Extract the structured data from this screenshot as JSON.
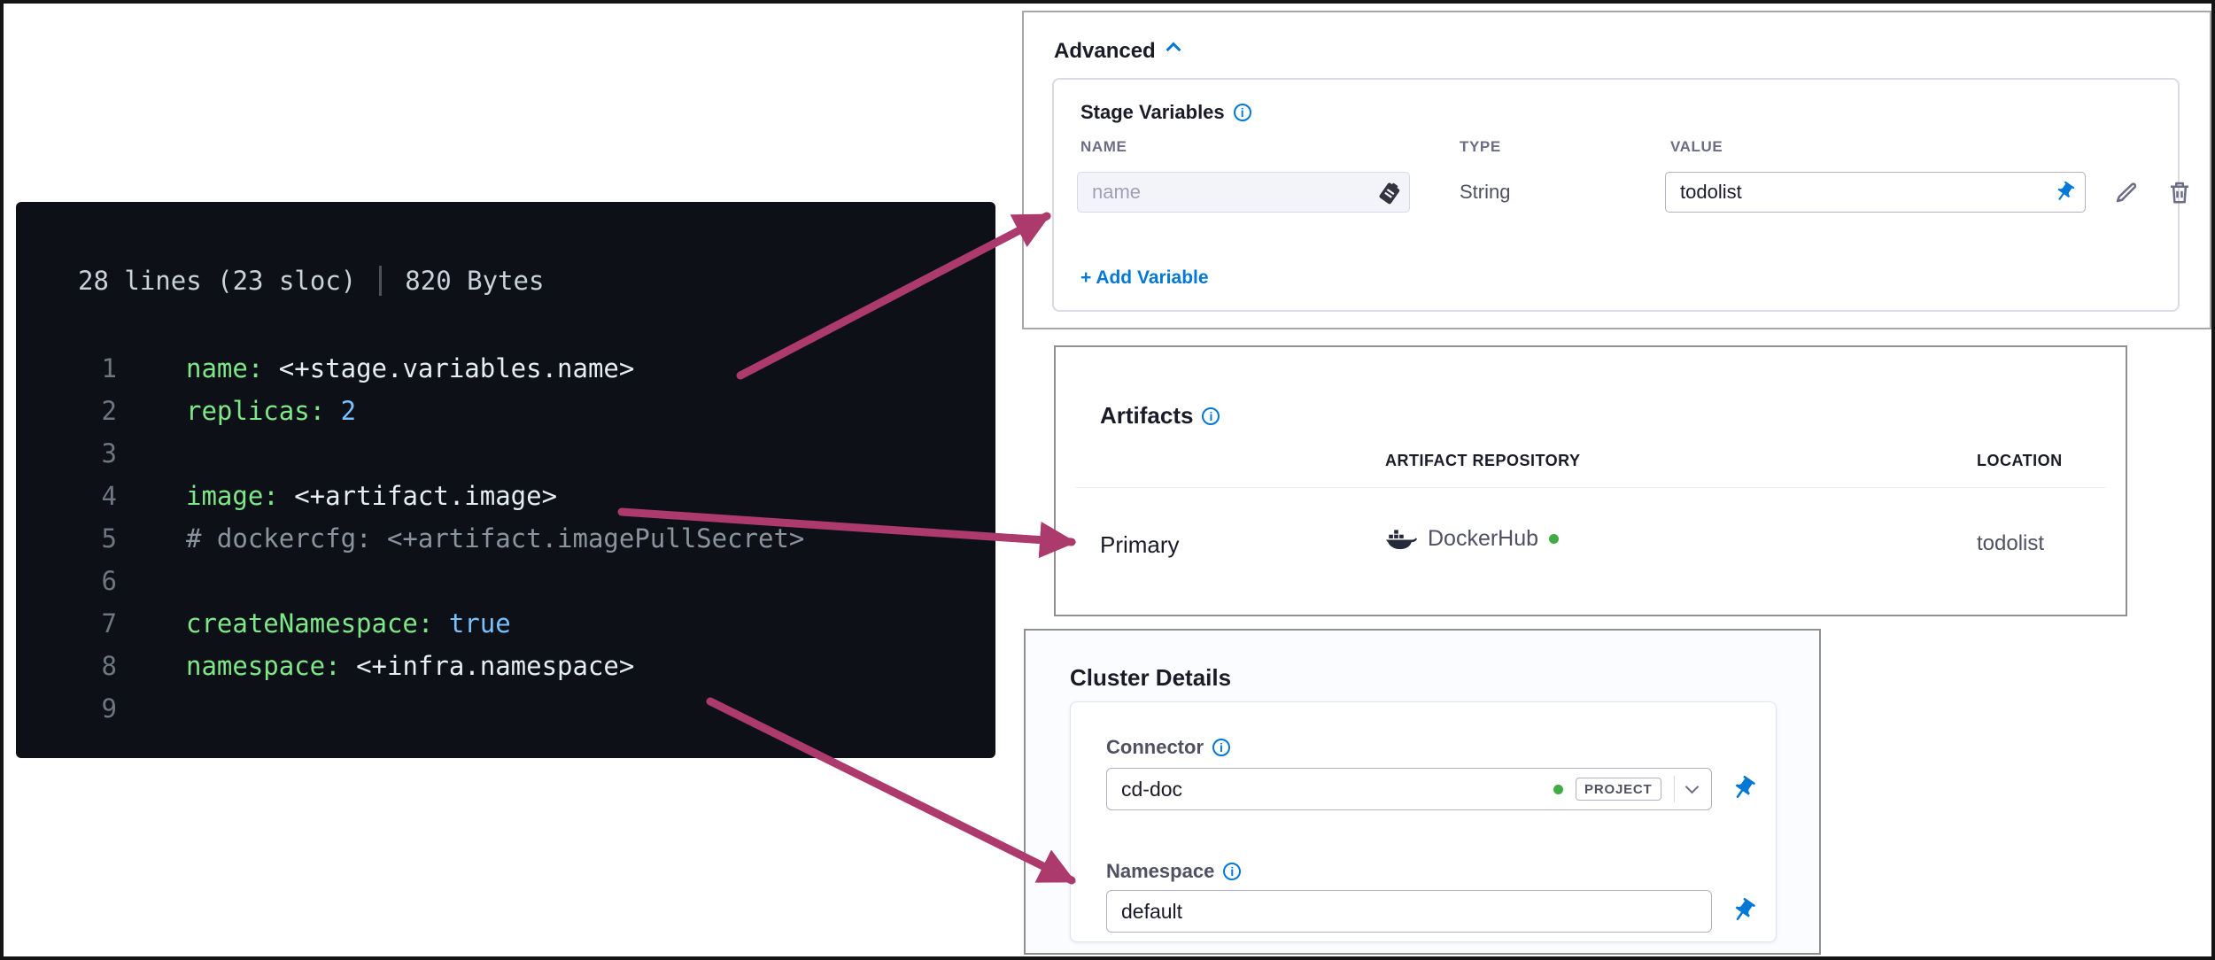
{
  "colors": {
    "arrow": "#ad3a6c",
    "accent_blue": "#0278d5",
    "success_green": "#42ab45",
    "code_background": "#0d1117",
    "code_key": "#7ee787",
    "code_number": "#79c0ff",
    "code_plain": "#e6edf3",
    "code_comment": "#8b949e"
  },
  "code_panel": {
    "meta_lines": "28 lines (23 sloc)",
    "meta_size": "820 Bytes",
    "lines": [
      {
        "num": "1",
        "key": "name:",
        "value": " <+stage.variables.name>",
        "value_type": "plain"
      },
      {
        "num": "2",
        "key": "replicas:",
        "value": " 2",
        "value_type": "number"
      },
      {
        "num": "3",
        "key": "",
        "value": "",
        "value_type": "plain"
      },
      {
        "num": "4",
        "key": "image:",
        "value": " <+artifact.image>",
        "value_type": "plain"
      },
      {
        "num": "5",
        "key": "",
        "value": "# dockercfg: <+artifact.imagePullSecret>",
        "value_type": "comment"
      },
      {
        "num": "6",
        "key": "",
        "value": "",
        "value_type": "plain"
      },
      {
        "num": "7",
        "key": "createNamespace:",
        "value": " true",
        "value_type": "number"
      },
      {
        "num": "8",
        "key": "namespace:",
        "value": " <+infra.namespace>",
        "value_type": "plain"
      },
      {
        "num": "9",
        "key": "",
        "value": "",
        "value_type": "plain"
      }
    ]
  },
  "advanced": {
    "title": "Advanced",
    "section_title": "Stage Variables",
    "columns": [
      "NAME",
      "TYPE",
      "VALUE"
    ],
    "row": {
      "name_placeholder": "name",
      "type": "String",
      "value": "todolist"
    },
    "add_variable_label": "+ Add Variable"
  },
  "artifacts": {
    "title": "Artifacts",
    "columns": [
      "ARTIFACT REPOSITORY",
      "LOCATION"
    ],
    "row": {
      "label": "Primary",
      "repository": "DockerHub",
      "location": "todolist"
    }
  },
  "cluster": {
    "title": "Cluster Details",
    "connector_label": "Connector",
    "connector_value": "cd-doc",
    "connector_scope": "PROJECT",
    "namespace_label": "Namespace",
    "namespace_value": "default"
  }
}
